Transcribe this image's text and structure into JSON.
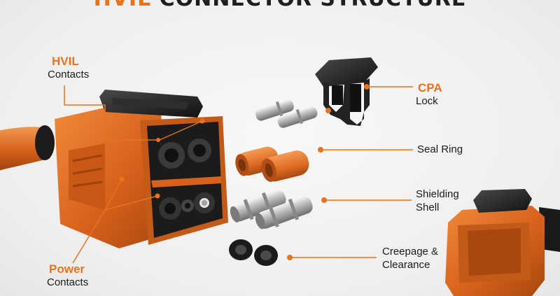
{
  "title": {
    "accent": "HVIL",
    "rest": "CONNECTOR STRUCTURE"
  },
  "labels": {
    "hvil": {
      "primary": "HVIL",
      "secondary": "Contacts"
    },
    "power": {
      "primary": "Power",
      "secondary": "Contacts"
    },
    "cpa": {
      "primary": "CPA",
      "secondary": "Lock"
    },
    "seal_ring": "Seal Ring",
    "shielding_shell": {
      "line1": "Shielding",
      "line2": "Shell"
    },
    "creepage": {
      "line1": "Creepage &",
      "line2": "Clearance"
    }
  },
  "colors": {
    "accent": "#e8731c",
    "housing_orange": "#d8621c",
    "housing_dark": "#a8470f",
    "metal": "#c8c8c8",
    "black_part": "#1f1f1f"
  }
}
